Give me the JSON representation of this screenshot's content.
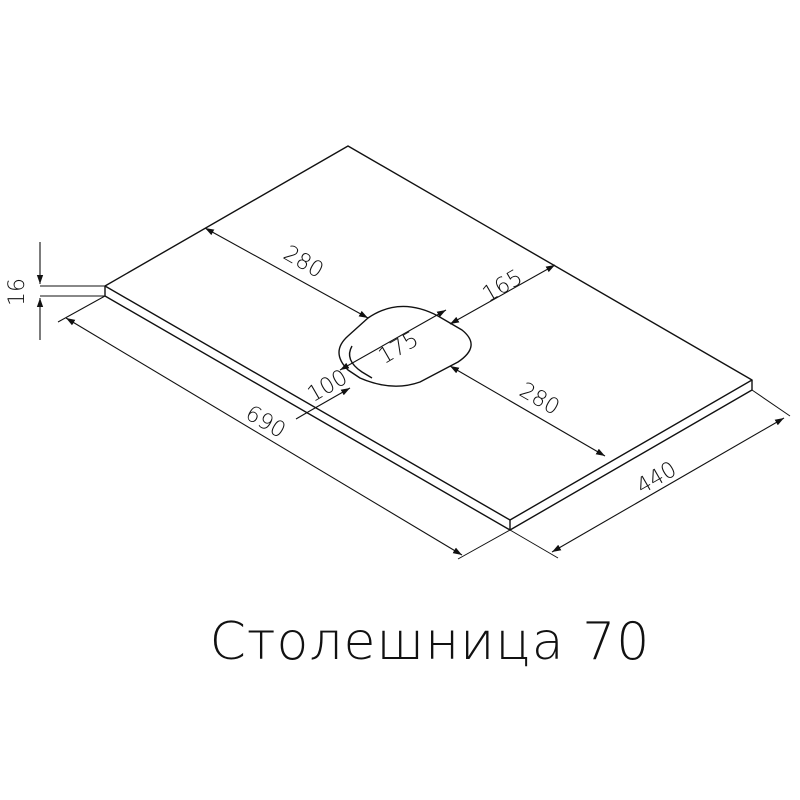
{
  "diagram": {
    "title": "Столешница 70",
    "dimensions": {
      "thickness": "16",
      "length": "690",
      "depth": "440",
      "left_to_hole": "280",
      "hole_width": "175",
      "hole_depth": "100",
      "back_to_hole": "165",
      "hole_to_right": "280"
    }
  }
}
